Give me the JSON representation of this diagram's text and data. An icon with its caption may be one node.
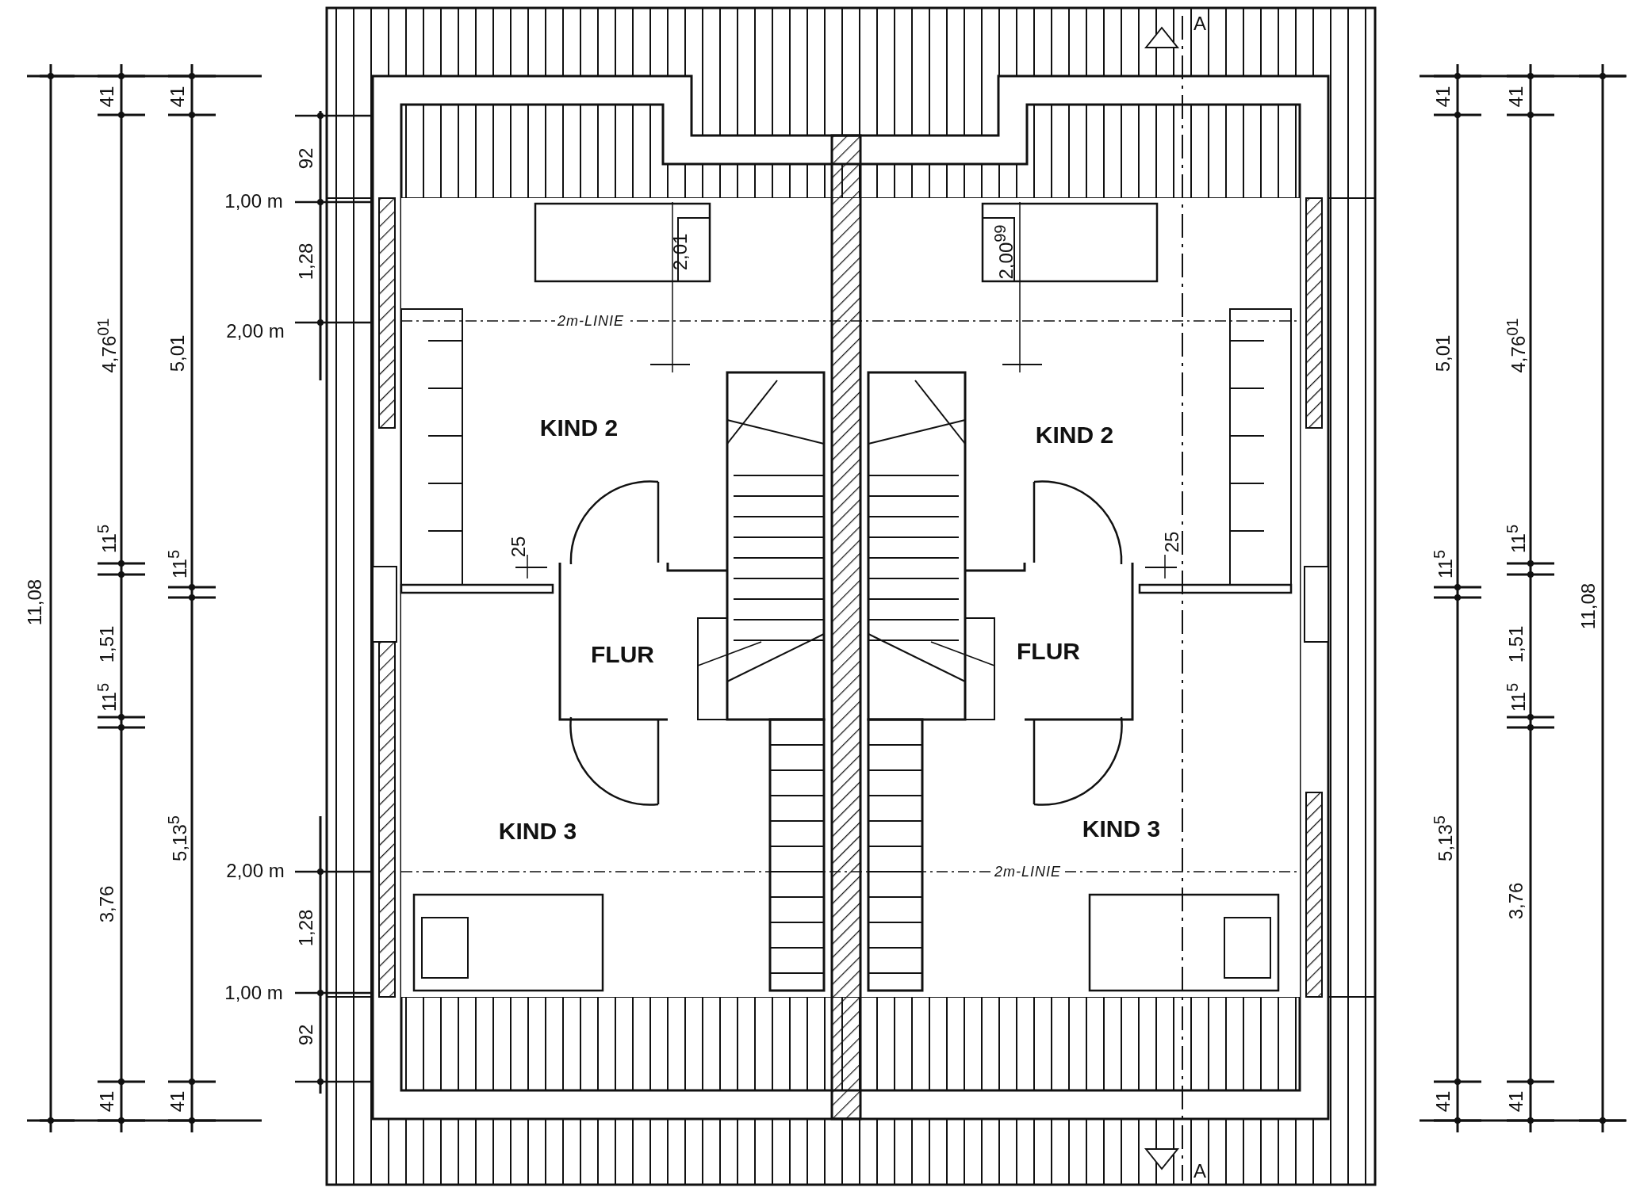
{
  "diagram": {
    "labels": [
      "41",
      "41",
      "41",
      "41",
      "92",
      "1,00 m",
      "2,01",
      "2,00$^{99}$",
      "1,28",
      "2m-LINIE",
      "2,00 m",
      "4,76$^{01}$",
      "5,01",
      "5,01",
      "4,76$^{01}$",
      "KIND 2",
      "KIND 2",
      "25",
      "25",
      "11$^{5}$",
      "11$^{5}$",
      "11$^{5}$",
      "11$^{5}$",
      "11,08",
      "11,08",
      "1,51",
      "1,51",
      "FLUR",
      "FLUR",
      "11$^{5}$",
      "11$^{5}$",
      "KIND 3",
      "KIND 3",
      "5,13$^{5}$",
      "5,13$^{5}$",
      "2,00 m",
      "2m-LINIE",
      "3,76",
      "3,76",
      "1,28",
      "1,00 m",
      "92",
      "41",
      "41",
      "41",
      "41",
      "A",
      "A"
    ]
  }
}
